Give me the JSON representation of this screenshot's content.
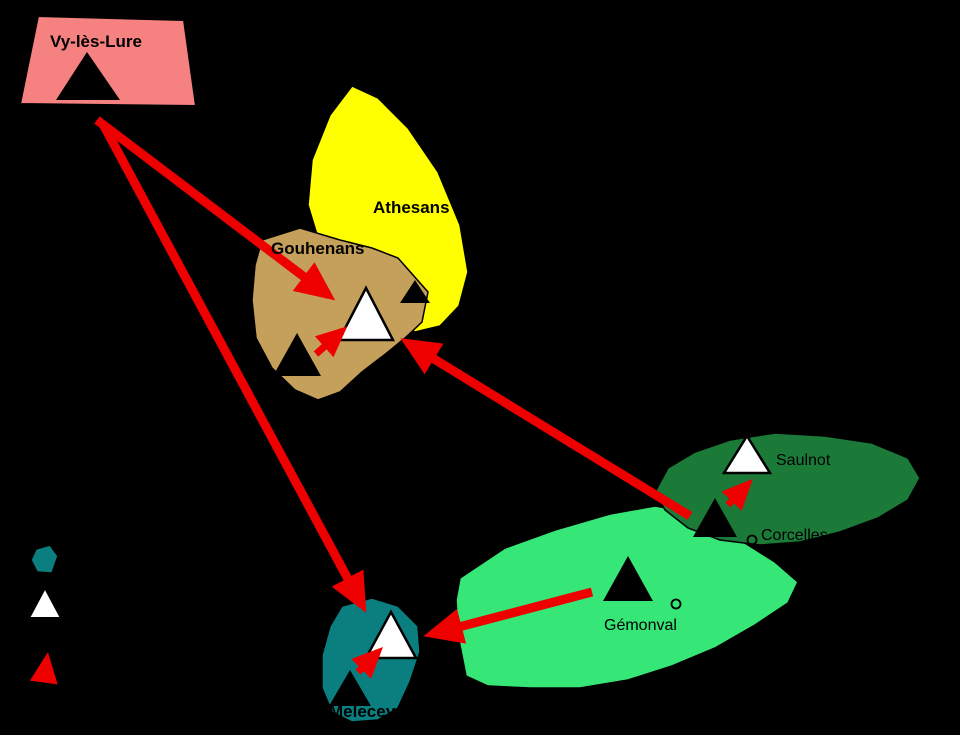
{
  "labels": {
    "vy_les_lure": "Vy-lès-Lure",
    "athesans": "Athesans",
    "gouhenans": "Gouhenans",
    "saulnot": "Saulnot",
    "corcelles": "Corcelles",
    "gemonval": "Gémonval",
    "melecey": "Melecey"
  },
  "colors": {
    "background": "#000000",
    "arrow": "#ee0000",
    "region_vy_les_lure": "#f58181",
    "region_athesans": "#ffff00",
    "region_gouhenans": "#c5a05a",
    "region_saulnot": "#1c7a38",
    "region_gemonval": "#36e676",
    "region_melecey": "#0b7f80",
    "marker_black": "#000000",
    "marker_white": "#ffffff"
  },
  "legend": {
    "symbols": [
      "commune-region-patch",
      "white-triangle-marker",
      "red-transfer-arrow"
    ]
  }
}
